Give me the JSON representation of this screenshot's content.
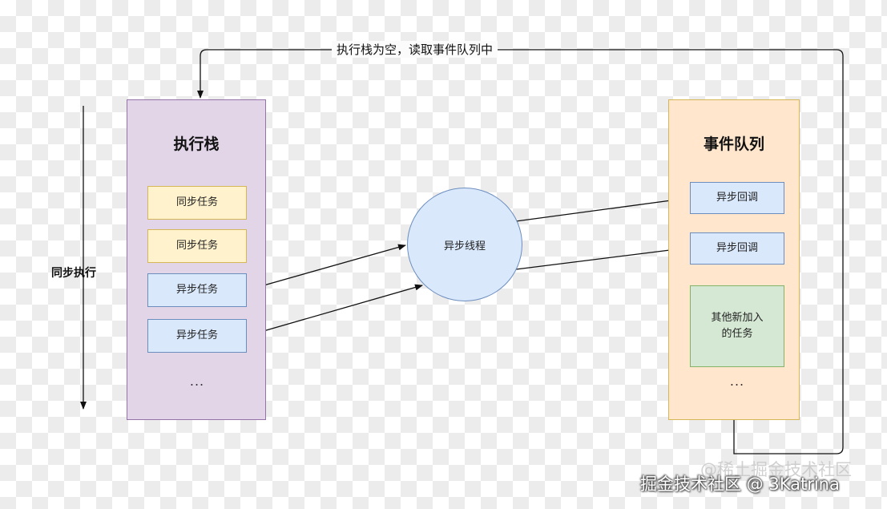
{
  "loop_label": "执行栈为空，读取事件队列中",
  "side_label": "同步执行",
  "execution_stack": {
    "title": "执行栈",
    "items": [
      {
        "label": "同步任务",
        "kind": "sync"
      },
      {
        "label": "同步任务",
        "kind": "sync"
      },
      {
        "label": "异步任务",
        "kind": "async"
      },
      {
        "label": "异步任务",
        "kind": "async"
      }
    ],
    "ellipsis": "..."
  },
  "async_thread": {
    "label": "异步线程"
  },
  "event_queue": {
    "title": "事件队列",
    "callbacks": [
      "异步回调",
      "异步回调"
    ],
    "new_task_line1": "其他新加入",
    "new_task_line2": "的任务",
    "ellipsis": "..."
  },
  "watermark": {
    "faded": "@稀土掘金技术社区",
    "main": "掘金技术社区 @ 3Katrina"
  },
  "colors": {
    "stack_fill": "#e1d5e7",
    "stack_border": "#9673a6",
    "queue_fill": "#ffe6cc",
    "queue_border": "#d6b656",
    "sync_fill": "#fff2cc",
    "async_fill": "#dae8fc",
    "new_task_fill": "#d5e8d4"
  }
}
